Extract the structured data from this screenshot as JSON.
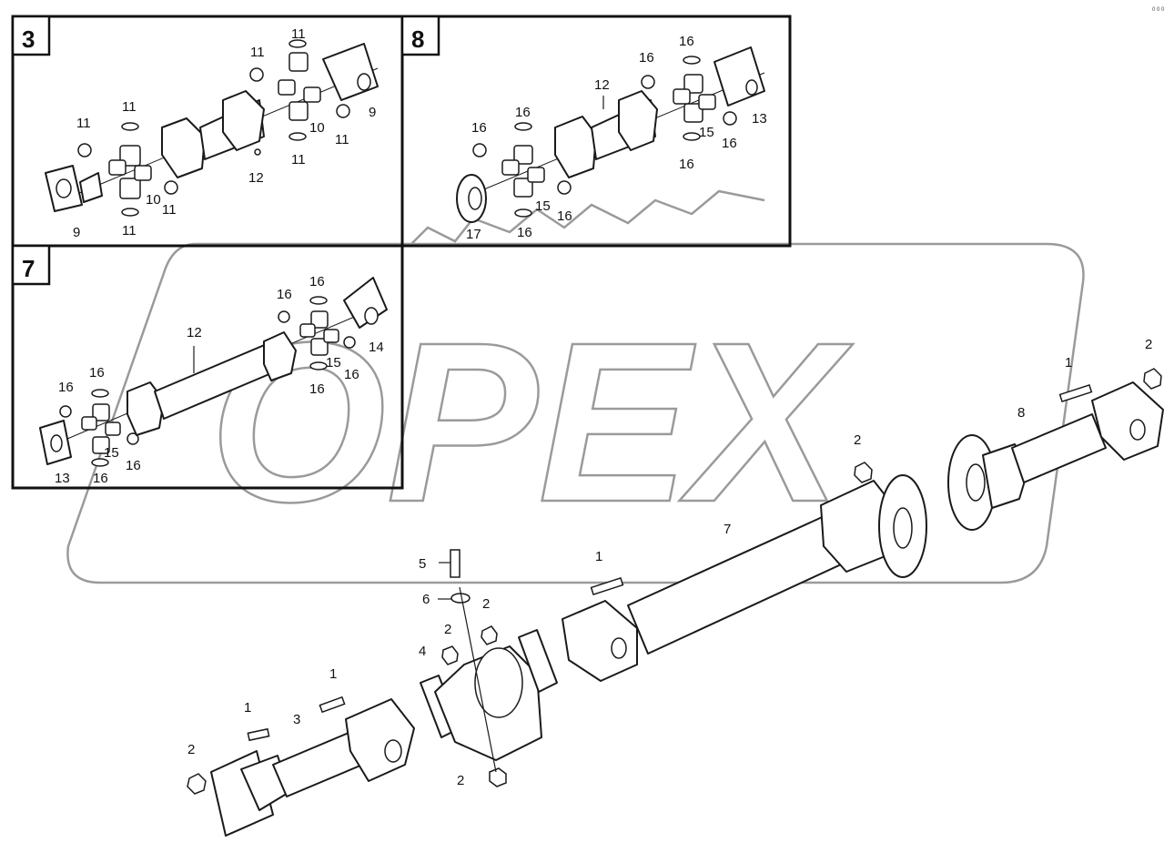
{
  "watermark": {
    "brand": "OPEX"
  },
  "corner_code": "0 0 0",
  "detail_boxes": [
    {
      "tag": "3",
      "labels": [
        "11",
        "11",
        "11",
        "11",
        "11",
        "11",
        "11",
        "11",
        "9",
        "9",
        "10",
        "10",
        "12"
      ]
    },
    {
      "tag": "8",
      "labels": [
        "16",
        "16",
        "16",
        "16",
        "16",
        "16",
        "16",
        "16",
        "12",
        "13",
        "15",
        "15",
        "17"
      ]
    },
    {
      "tag": "7",
      "labels": [
        "16",
        "16",
        "16",
        "16",
        "16",
        "16",
        "16",
        "16",
        "12",
        "13",
        "14",
        "15",
        "15"
      ]
    }
  ],
  "main_labels": {
    "l1a": "1",
    "l1b": "1",
    "l1c": "1",
    "l1d": "1",
    "l2a": "2",
    "l2b": "2",
    "l2c": "2",
    "l2d": "2",
    "l2e": "2",
    "l2f": "2",
    "l3": "3",
    "l4": "4",
    "l5": "5",
    "l6": "6",
    "l7": "7",
    "l8": "8"
  }
}
